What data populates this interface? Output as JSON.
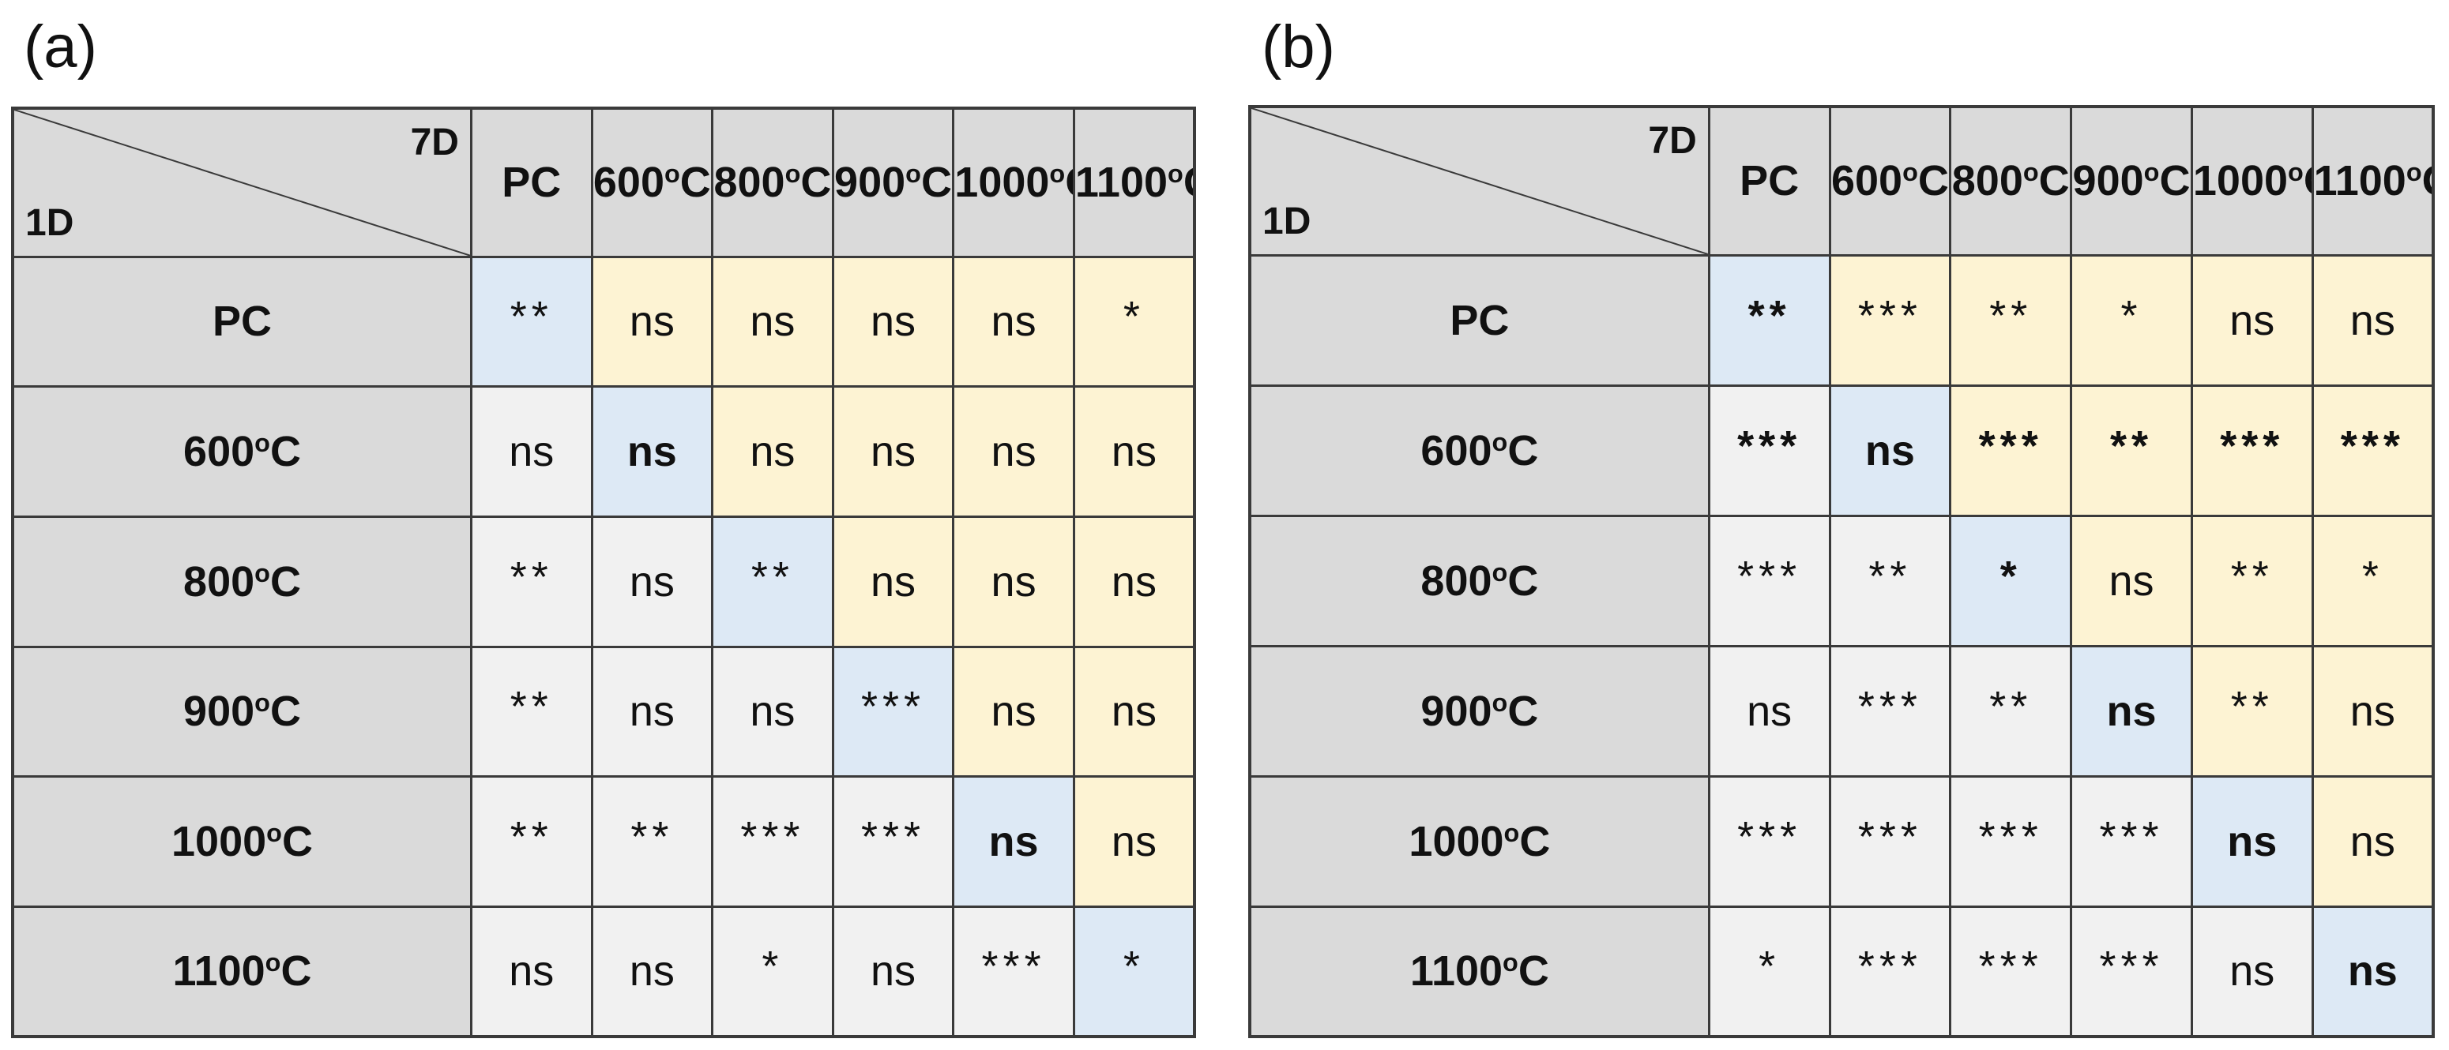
{
  "chart_data": [
    {
      "type": "table",
      "panel_label": "(a)",
      "corner": {
        "top": "7D",
        "bottom": "1D"
      },
      "columns": [
        "PC",
        "600",
        "800",
        "900",
        "1000",
        "1100"
      ],
      "rows": [
        "PC",
        "600",
        "800",
        "900",
        "1000",
        "1100"
      ],
      "degree_unit": "C",
      "cells": [
        [
          "**",
          "ns",
          "ns",
          "ns",
          "ns",
          "*"
        ],
        [
          "ns",
          "ns",
          "ns",
          "ns",
          "ns",
          "ns"
        ],
        [
          "**",
          "ns",
          "**",
          "ns",
          "ns",
          "ns"
        ],
        [
          "**",
          "ns",
          "ns",
          "***",
          "ns",
          "ns"
        ],
        [
          "**",
          "**",
          "***",
          "***",
          "ns",
          "ns"
        ],
        [
          "ns",
          "ns",
          "*",
          "ns",
          "***",
          "*"
        ]
      ],
      "bold_diagonal": [
        false,
        true,
        false,
        false,
        true,
        false
      ]
    },
    {
      "type": "table",
      "panel_label": "(b)",
      "corner": {
        "top": "7D",
        "bottom": "1D"
      },
      "columns": [
        "PC",
        "600",
        "800",
        "900",
        "1000",
        "1100"
      ],
      "rows": [
        "PC",
        "600",
        "800",
        "900",
        "1000",
        "1100"
      ],
      "degree_unit": "C",
      "cells": [
        [
          "**",
          "***",
          "**",
          "*",
          "ns",
          "ns"
        ],
        [
          "***",
          "ns",
          "***",
          "**",
          "***",
          "***"
        ],
        [
          "***",
          "**",
          "*",
          "ns",
          "**",
          "*"
        ],
        [
          "ns",
          "***",
          "**",
          "ns",
          "**",
          "ns"
        ],
        [
          "***",
          "***",
          "***",
          "***",
          "ns",
          "ns"
        ],
        [
          "*",
          "***",
          "***",
          "***",
          "ns",
          "ns"
        ]
      ],
      "bold_diagonal": [
        true,
        true,
        true,
        true,
        true,
        true
      ],
      "bold_row": [
        false,
        true,
        false,
        false,
        false,
        false
      ]
    }
  ],
  "colors": {
    "header": "#dadada",
    "diagonal": "#dde9f5",
    "upper_triangle": "#fdf3d3",
    "lower_triangle": "#f1f1f1",
    "grid": "#3a3a3a"
  }
}
